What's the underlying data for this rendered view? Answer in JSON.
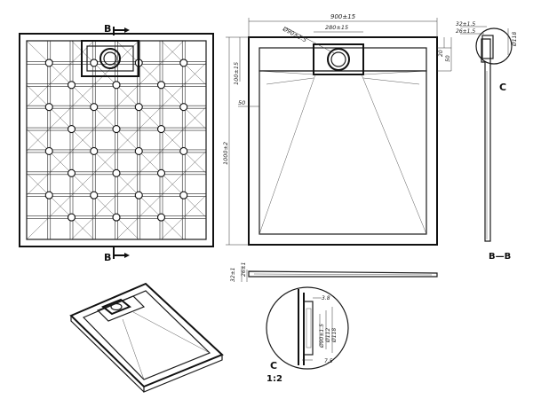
{
  "section_marks": {
    "top": "B",
    "bottom": "B",
    "section_view": "B—B",
    "detail_letter": "C",
    "detail_callout": "C",
    "detail_scale": "1:2"
  },
  "dimensions": {
    "overall_width": "900±15",
    "drain_width": "280±15",
    "drain_diameter": "Ø90±1.5",
    "height": "1000±2",
    "top_offset": "100±15",
    "left_offset": "50",
    "right_20": "20",
    "right_50": "50",
    "thickness_outer": "32±1",
    "thickness_inner": "26±1",
    "detail_32": "32±1.5",
    "detail_26": "26±1.5",
    "detail_118": "Ø118",
    "zoom_38": "3.8",
    "zoom_d90": "Ø90±1.5",
    "zoom_d112": "Ø112",
    "zoom_d118": "Ø118",
    "zoom_75": "7.5"
  }
}
